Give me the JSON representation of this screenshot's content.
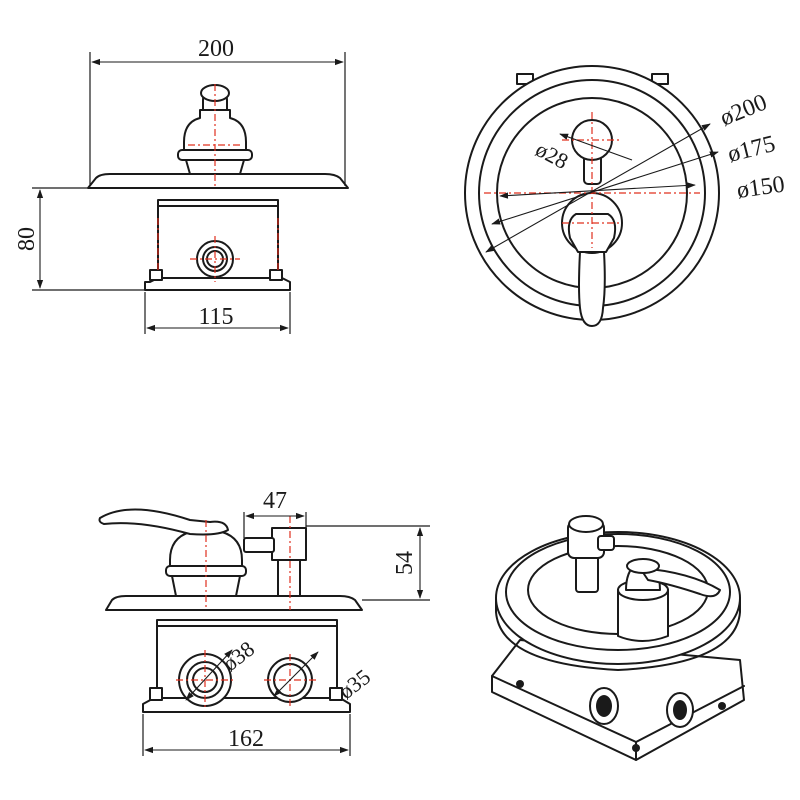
{
  "dimensions": {
    "top_plate_width": "200",
    "top_height": "80",
    "top_box_width": "115",
    "dia_outer": "ø200",
    "dia_middle": "ø175",
    "dia_inner": "ø150",
    "dia_spout": "ø28",
    "side_offset": "47",
    "side_height": "54",
    "port_left": "ø38",
    "port_right": "ø35",
    "side_box_width": "162"
  }
}
